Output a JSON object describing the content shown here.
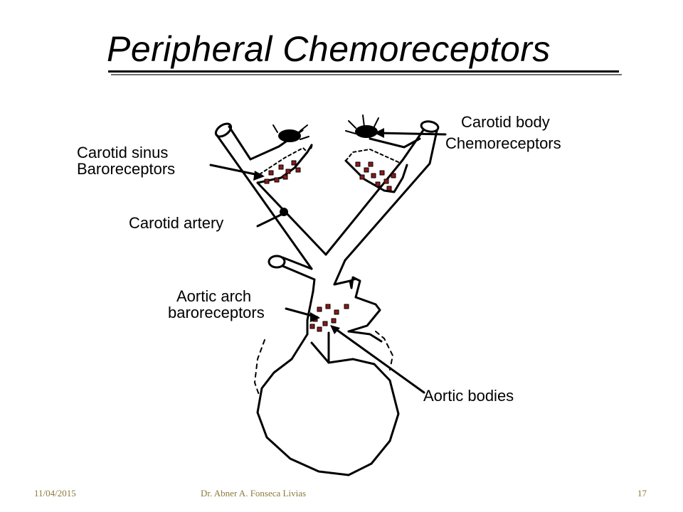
{
  "title": "Peripheral Chemoreceptors",
  "labels": {
    "carotid_body_line1": "Carotid body",
    "carotid_body_line2": "Chemoreceptors",
    "carotid_sinus_line1": "Carotid sinus",
    "carotid_sinus_line2": "Baroreceptors",
    "carotid_artery": "Carotid artery",
    "aortic_arch_line1": "Aortic arch",
    "aortic_arch_line2": "baroreceptors",
    "aortic_bodies": "Aortic bodies"
  },
  "footer": {
    "date": "11/04/2015",
    "author": "Dr. Abner A. Fonseca Livias",
    "page_number": "17"
  },
  "colors": {
    "line": "#000000",
    "receptor_dots": "#8b1a1a",
    "footer_text": "#8a7a3a"
  }
}
